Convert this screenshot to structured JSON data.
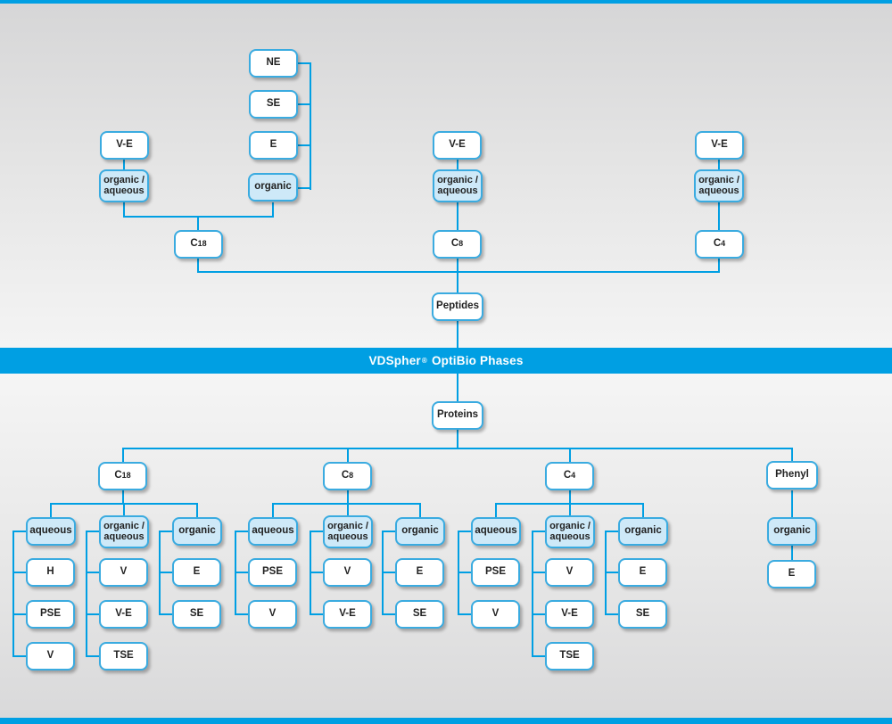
{
  "banner": {
    "brand": "VDSpher",
    "reg_mark": "®",
    "suffix": "OptiBio Phases"
  },
  "roots": {
    "peptides": "Peptides",
    "proteins": "Proteins"
  },
  "peptides": {
    "c18": {
      "label": "C18",
      "organic_aqueous": {
        "label": "organic /\naqueous",
        "types": [
          "V-E"
        ]
      },
      "organic": {
        "label": "organic",
        "types": [
          "NE",
          "SE",
          "E"
        ]
      }
    },
    "c8": {
      "label": "C8",
      "organic_aqueous": {
        "label": "organic /\naqueous",
        "types": [
          "V-E"
        ]
      }
    },
    "c4": {
      "label": "C4",
      "organic_aqueous": {
        "label": "organic /\naqueous",
        "types": [
          "V-E"
        ]
      }
    }
  },
  "proteins": {
    "c18": {
      "label": "C18",
      "aqueous": {
        "label": "aqueous",
        "types": [
          "H",
          "PSE",
          "V"
        ]
      },
      "organic_aqueous": {
        "label": "organic /\naqueous",
        "types": [
          "V",
          "V-E",
          "TSE"
        ]
      },
      "organic": {
        "label": "organic",
        "types": [
          "E",
          "SE"
        ]
      }
    },
    "c8": {
      "label": "C8",
      "aqueous": {
        "label": "aqueous",
        "types": [
          "PSE",
          "V"
        ]
      },
      "organic_aqueous": {
        "label": "organic /\naqueous",
        "types": [
          "V",
          "V-E"
        ]
      },
      "organic": {
        "label": "organic",
        "types": [
          "E",
          "SE"
        ]
      }
    },
    "c4": {
      "label": "C4",
      "aqueous": {
        "label": "aqueous",
        "types": [
          "PSE",
          "V"
        ]
      },
      "organic_aqueous": {
        "label": "organic /\naqueous",
        "types": [
          "V",
          "V-E",
          "TSE"
        ]
      },
      "organic": {
        "label": "organic",
        "types": [
          "E",
          "SE"
        ]
      }
    },
    "phenyl": {
      "label": "Phenyl",
      "organic": {
        "label": "organic",
        "types": [
          "E"
        ]
      }
    }
  },
  "colors": {
    "accent_blue": "#009FE3",
    "box_border_blue": "#3AABE0",
    "light_box_fill": "#CEE9F8",
    "background_gray": "#DCDCDC"
  }
}
